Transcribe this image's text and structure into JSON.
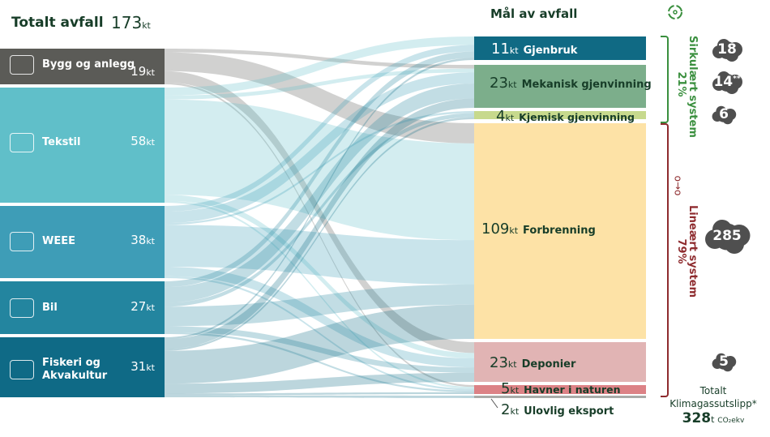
{
  "header": {
    "total_label": "Totalt avfall",
    "total_value": "173",
    "unit": "kt",
    "goal_title": "Mål av avfall"
  },
  "chart_data": {
    "type": "sankey",
    "unit": "kt",
    "sources": [
      {
        "name": "Bygg og anlegg",
        "value": 19,
        "color": "#5b5b57",
        "icon": "crane-icon"
      },
      {
        "name": "Tekstil",
        "value": 58,
        "color": "#60bfc9",
        "icon": "jacket-icon"
      },
      {
        "name": "WEEE",
        "value": 38,
        "color": "#3e9db7",
        "icon": "laptop-icon"
      },
      {
        "name": "Bil",
        "value": 27,
        "color": "#23859f",
        "icon": "car-icon"
      },
      {
        "name": "Fiskeri og Akvakultur",
        "value": 31,
        "color": "#0f6a86",
        "icon": "fish-tank-icon"
      }
    ],
    "targets": [
      {
        "name": "Gjenbruk",
        "value": 11,
        "color": "#106a84"
      },
      {
        "name": "Mekanisk gjenvinning",
        "value": 23,
        "color": "#7cae8b"
      },
      {
        "name": "Kjemisk gjenvinning",
        "value": 4,
        "color": "#c7d98d"
      },
      {
        "name": "Forbrenning",
        "value": 109,
        "color": "#fde2a6"
      },
      {
        "name": "Deponier",
        "value": 23,
        "color": "#e1b4b4"
      },
      {
        "name": "Havner i naturen",
        "value": 5,
        "color": "#dc8286"
      },
      {
        "name": "Ulovlig eksport",
        "value": 2,
        "color": "#a9aba8"
      }
    ],
    "flows": [
      [
        0,
        2,
        0,
        10,
        6,
        1,
        0
      ],
      [
        4,
        2,
        0,
        48,
        3,
        1,
        0
      ],
      [
        3,
        6,
        1,
        22,
        5,
        1,
        0
      ],
      [
        3,
        8,
        2,
        10,
        3,
        1,
        0
      ],
      [
        1,
        5,
        1,
        17,
        5,
        1,
        1
      ]
    ],
    "groups": [
      {
        "percent": "21%",
        "label": "Sirkulært system",
        "color": "#3a8f3e"
      },
      {
        "percent": "79%",
        "label": "Lineært system",
        "color": "#8e2b2e"
      }
    ],
    "emissions": [
      "18",
      "14",
      "6",
      "285",
      "5"
    ],
    "emissions_note": "**"
  },
  "footer": {
    "line1": "Totalt",
    "line2": "Klimagassutslipp*",
    "value": "328",
    "unit": "t",
    "unit2": "CO₂ekv"
  }
}
